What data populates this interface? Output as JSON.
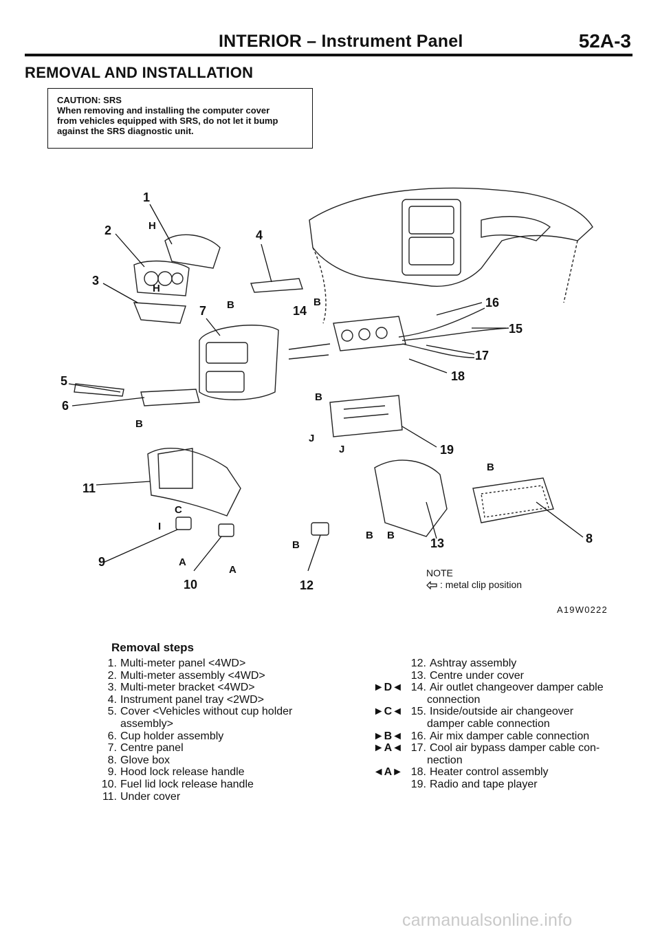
{
  "header": {
    "title": "INTERIOR – Instrument Panel",
    "page_number": "52A-3"
  },
  "section_title": "REMOVAL AND INSTALLATION",
  "caution": {
    "title": "CAUTION: SRS",
    "body": "When removing and installing the computer cover\nfrom vehicles equipped with SRS, do not let it bump\nagainst the SRS diagnostic unit."
  },
  "diagram": {
    "callouts": [
      "1",
      "2",
      "3",
      "4",
      "5",
      "6",
      "7",
      "8",
      "9",
      "10",
      "11",
      "12",
      "13",
      "14",
      "15",
      "16",
      "17",
      "18",
      "19"
    ],
    "letters": [
      "H",
      "H",
      "B",
      "B",
      "B",
      "B",
      "B",
      "B",
      "B",
      "C",
      "I",
      "A",
      "A",
      "J",
      "J",
      "B"
    ],
    "note_title": "NOTE",
    "note_text": ": metal clip position",
    "figure_id": "A19W0222"
  },
  "steps": {
    "title": "Removal steps",
    "left": [
      {
        "n": "1.",
        "t": "Multi-meter panel <4WD>"
      },
      {
        "n": "2.",
        "t": "Multi-meter assembly <4WD>"
      },
      {
        "n": "3.",
        "t": "Multi-meter bracket <4WD>"
      },
      {
        "n": "4.",
        "t": "Instrument panel tray <2WD>"
      },
      {
        "n": "5.",
        "t": "Cover <Vehicles without cup holder"
      },
      {
        "n": "",
        "t": "assembly>"
      },
      {
        "n": "6.",
        "t": "Cup holder assembly"
      },
      {
        "n": "7.",
        "t": "Centre panel"
      },
      {
        "n": "8.",
        "t": "Glove box"
      },
      {
        "n": "9.",
        "t": "Hood lock release handle"
      },
      {
        "n": "10.",
        "t": "Fuel lid lock release handle"
      },
      {
        "n": "11.",
        "t": "Under cover"
      }
    ],
    "right": [
      {
        "m": "",
        "n": "12.",
        "t": "Ashtray assembly"
      },
      {
        "m": "",
        "n": "13.",
        "t": "Centre under cover"
      },
      {
        "m": "►D◄",
        "n": "14.",
        "t": "Air outlet changeover damper cable"
      },
      {
        "m": "",
        "n": "",
        "t": "connection"
      },
      {
        "m": "►C◄",
        "n": "15.",
        "t": "Inside/outside air changeover"
      },
      {
        "m": "",
        "n": "",
        "t": "damper cable connection"
      },
      {
        "m": "►B◄",
        "n": "16.",
        "t": "Air mix damper cable connection"
      },
      {
        "m": "►A◄",
        "n": "17.",
        "t": "Cool air bypass damper cable con-"
      },
      {
        "m": "",
        "n": "",
        "t": "nection"
      },
      {
        "m": "◄A►",
        "n": "18.",
        "t": "Heater control assembly"
      },
      {
        "m": "",
        "n": "19.",
        "t": "Radio and tape player"
      }
    ]
  },
  "watermark": "carmanualsonline.info"
}
